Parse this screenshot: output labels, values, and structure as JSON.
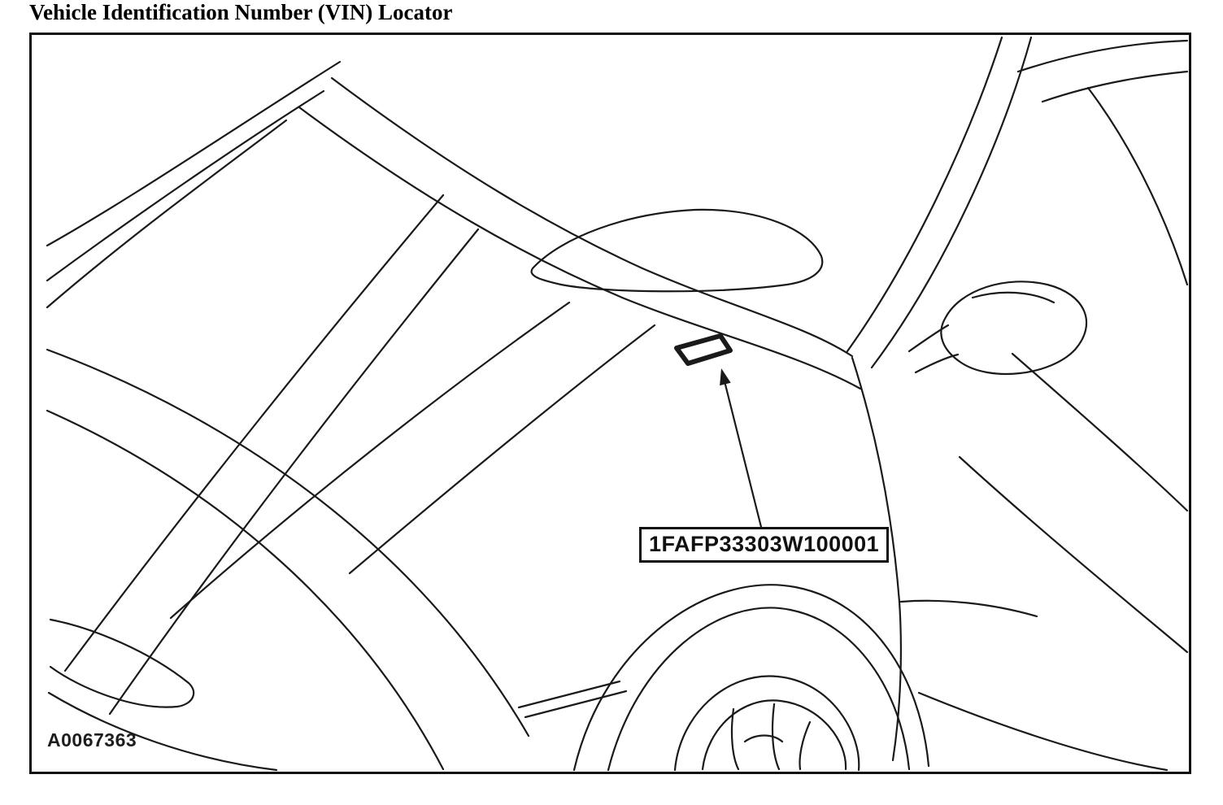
{
  "page": {
    "title": "Vehicle Identification Number (VIN) Locator",
    "background": "#ffffff"
  },
  "figure": {
    "vin": "1FAFP33303W100001",
    "code": "A0067363",
    "ink": "#1a1a1a"
  }
}
